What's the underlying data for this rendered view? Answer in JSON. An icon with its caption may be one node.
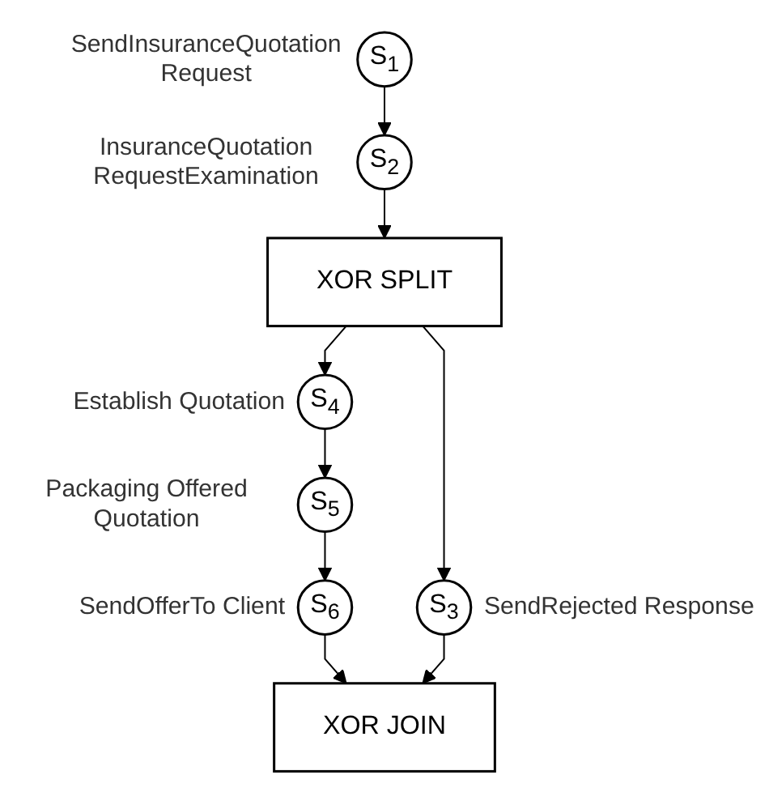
{
  "diagram": {
    "nodes": [
      {
        "text": [
          "S$_{1}$"
        ],
        "beside": [
          "SendInsuranceQuotation Request"
        ]
      },
      {
        "text": [
          "S$_{2}$"
        ],
        "beside": [
          "InsuranceQuotation RequestExamination"
        ]
      },
      {
        "text": [
          "XOR SPLIT"
        ]
      },
      {
        "text": [
          "S$_{4}$"
        ],
        "beside": [
          "Establish Quotation"
        ]
      },
      {
        "text": [
          "S$_{5}$"
        ],
        "beside": [
          "Packaging Offered Quotation"
        ]
      },
      {
        "text": [
          "S$_{6}$"
        ],
        "beside": [
          "SendOfferTo Client"
        ]
      },
      {
        "text": [
          "S$_{3}$"
        ],
        "beside": [
          "SendRejected Response"
        ]
      },
      {
        "text": [
          "XOR JOIN"
        ]
      }
    ],
    "edges": [
      {
        "from": 0,
        "to": 1,
        "arrow": "to"
      },
      {
        "from": 1,
        "to": 2,
        "arrow": "to"
      },
      {
        "from": 2,
        "to": 3,
        "arrow": "to"
      },
      {
        "from": 3,
        "to": 4,
        "arrow": "to"
      },
      {
        "from": 4,
        "to": 5,
        "arrow": "to"
      },
      {
        "from": 2,
        "to": 6,
        "arrow": "to"
      },
      {
        "from": 5,
        "to": 7,
        "arrow": "to"
      },
      {
        "from": 6,
        "to": 7,
        "arrow": "to"
      }
    ]
  }
}
